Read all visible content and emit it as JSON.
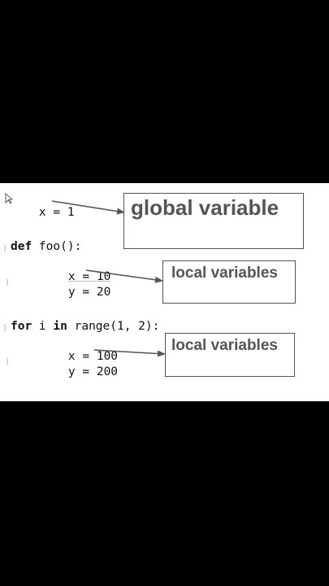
{
  "code": {
    "line1": "x = 1",
    "def_kw": "def",
    "def_rest": " foo():",
    "foo_x": "x = 10",
    "foo_y": "y = 20",
    "for_kw": "for",
    "for_mid": " i ",
    "in_kw": "in",
    "for_rest": " range(1, 2):",
    "loop_x": "x = 100",
    "loop_y": "y = 200"
  },
  "labels": {
    "global": "global variable",
    "local1": "local variables",
    "local2": "local variables"
  },
  "colors": {
    "background": "#ffffff",
    "letterbox": "#000000",
    "label_text": "#555555",
    "arrow": "#555555"
  }
}
